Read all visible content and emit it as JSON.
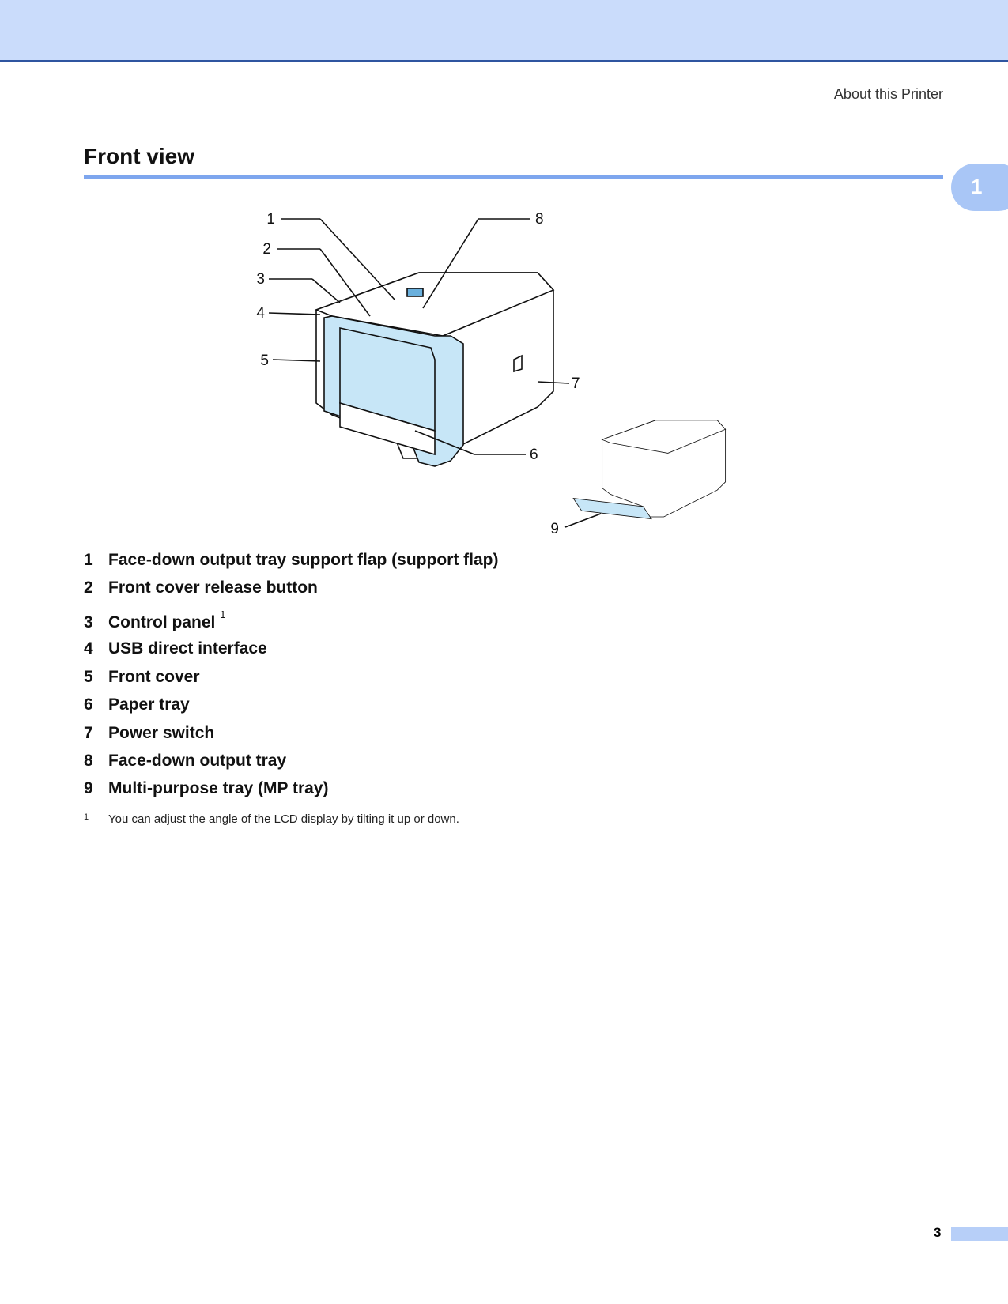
{
  "header": {
    "running_title": "About this Printer",
    "chapter_tab": "1"
  },
  "section": {
    "title": "Front view"
  },
  "figure": {
    "callouts": [
      "1",
      "2",
      "3",
      "4",
      "5",
      "6",
      "7",
      "8",
      "9"
    ]
  },
  "items": [
    {
      "num": "1",
      "label": "Face-down output tray support flap (support flap)"
    },
    {
      "num": "2",
      "label": "Front cover release button"
    },
    {
      "num": "3",
      "label": "Control panel",
      "note": "1"
    },
    {
      "num": "4",
      "label": "USB direct interface"
    },
    {
      "num": "5",
      "label": "Front cover"
    },
    {
      "num": "6",
      "label": "Paper tray"
    },
    {
      "num": "7",
      "label": "Power switch"
    },
    {
      "num": "8",
      "label": "Face-down output tray"
    },
    {
      "num": "9",
      "label": "Multi-purpose tray (MP tray)"
    }
  ],
  "footnote": {
    "num": "1",
    "text": "You can adjust the angle of the LCD display by tilting it up or down."
  },
  "footer": {
    "page_number": "3"
  },
  "colors": {
    "band": "#cadcfb",
    "rule": "#7ea6ee",
    "cover": "#c7e6f7"
  }
}
